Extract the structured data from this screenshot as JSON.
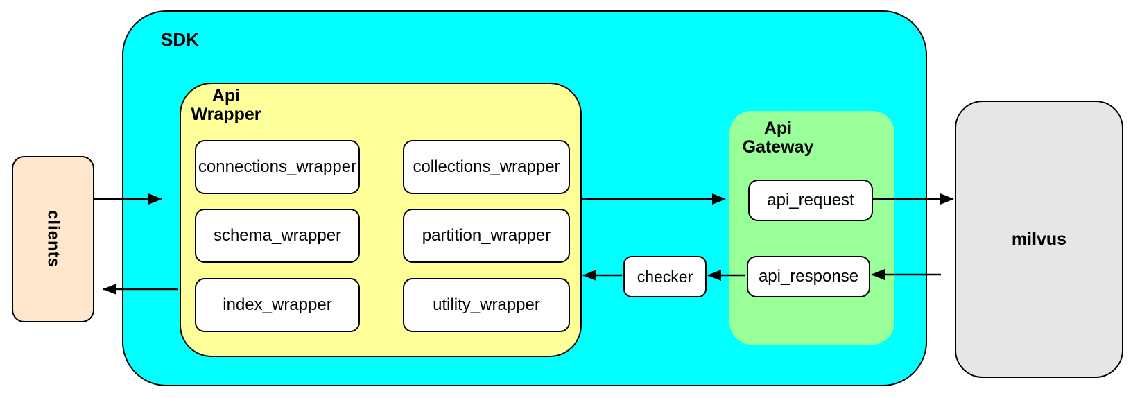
{
  "clients": {
    "label": "clients"
  },
  "sdk": {
    "label": "SDK"
  },
  "apiWrapper": {
    "label": "Api Wrapper",
    "modules": [
      "connections_wrapper",
      "collections_wrapper",
      "schema_wrapper",
      "partition_wrapper",
      "index_wrapper",
      "utility_wrapper"
    ]
  },
  "checker": {
    "label": "checker"
  },
  "apiGateway": {
    "label": "Api Gateway",
    "modules": [
      "api_request",
      "api_response"
    ]
  },
  "milvus": {
    "label": "milvus"
  },
  "colors": {
    "clients_fill": "#FFE6CC",
    "sdk_fill": "#00FFFF",
    "api_wrapper_fill": "#FFFF99",
    "api_gateway_fill": "#99FF99",
    "milvus_fill": "#E6E6E6",
    "module_fill": "#FFFFFF",
    "stroke": "#000000"
  }
}
